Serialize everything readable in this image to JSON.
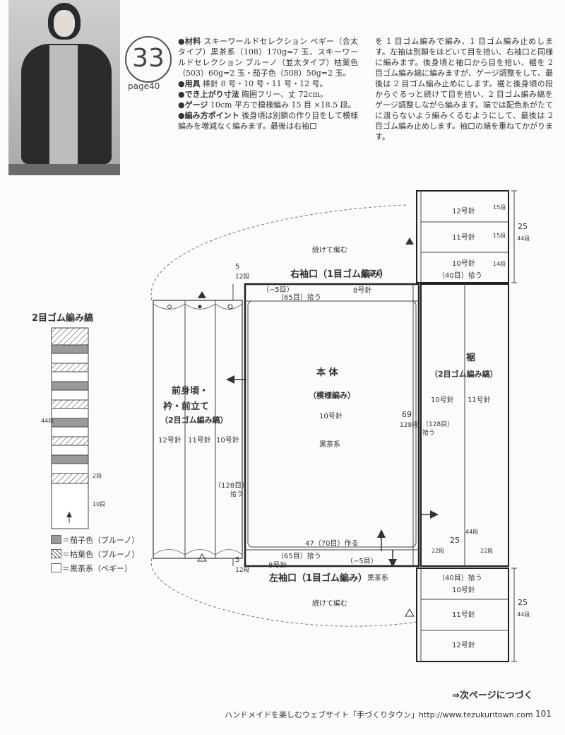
{
  "pattern_number": "33",
  "page_ref": "page40",
  "text": {
    "materials_label": "●材料",
    "materials": "スキーワールドセレクション ベギー（合太タイプ）黒茶系（108）170g=7 玉、スキーワールドセレクション ブルーノ（並太タイプ）枯葉色（503）60g=2 玉・茄子色（508）50g=2 玉。",
    "tools_label": "●用具",
    "tools": "棒針 8 号・10 号・11 号・12 号。",
    "size_label": "●でき上がり寸法",
    "size": "胸囲フリー、丈 72cm。",
    "gauge_label": "●ゲージ",
    "gauge": "10cm 平方で模様編み 15 目 ×18.5 段。",
    "points_label": "●編み方ポイント",
    "points": "後身頃は別鎖の作り目をして模様編みを増減なく編みます。最後は右袖口",
    "col2": "を 1 目ゴム編みで編み、1 目ゴム編み止めします。左袖は別鎖をほどいて目を拾い、右袖口と同様に編みます。後身頃と袖口から目を拾い、裾を 2 目ゴム編み縞に編みますが、ゲージ調整をして、最後は 2 目ゴム編み止めにします。裾と後身頃の段からぐるっと続けて目を拾い、2 目ゴム編み縞をゲージ調整しながら編みます。端では配色糸がたてに渡らないよう編みくるむようにして、最後は 2 目ゴム編み止めします。袖口の端を重ねてかがります。"
  },
  "diagram": {
    "body_title": "本 体",
    "body_pattern": "（模様編み）",
    "body_needle": "10号針",
    "body_color": "黒茶系",
    "right_cuff_title": "右袖口（1目ゴム編み）",
    "left_cuff_title": "左袖口（1目ゴム編み）",
    "cuff_color": "黒茶系",
    "cuff_needle": "8号針",
    "dec5": "（−5目）",
    "pick65": "（65目）拾う",
    "cuff_depth": "5",
    "cuff_rows": "12段",
    "continue_knit": "続けて編む",
    "front_title_1": "前身頃・",
    "front_title_2": "衿・前立て",
    "front_pattern": "（2目ゴム編み縞）",
    "front_n12": "12号針",
    "front_n11": "11号針",
    "front_n10": "10号針",
    "pick128": "（128目）",
    "pick128_b": "拾う",
    "hem_title": "裾",
    "hem_pattern": "（2目ゴム編み縞）",
    "hem_n10": "10号針",
    "hem_n11": "11号針",
    "length69": "69",
    "rows128": "128段",
    "pick128_hem": "（128目）",
    "pick128_hem_b": "拾う",
    "cast_on": "47（70目）作る",
    "pick40": "（40目）拾う",
    "block_n12": "12号針",
    "block_n11": "11号針",
    "block_n10": "10号針",
    "rows15": "15段",
    "rows14": "14段",
    "depth25": "25",
    "rows44": "44段",
    "rows22": "22段",
    "stripe_title": "2目ゴム編み縞",
    "stripe_rows44": "44段",
    "stripe_rows2": "2段",
    "stripe_rows10": "10段"
  },
  "legend": [
    {
      "label": "＝茄子色（ブルーノ）",
      "color": "#9a9a9a"
    },
    {
      "label": "＝枯葉色（ブルーノ）",
      "color": "hatch"
    },
    {
      "label": "＝黒茶系（ベギー）",
      "color": "#ffffff"
    }
  ],
  "continue_note": "⇒次ページにつづく",
  "footer": "ハンドメイドを楽しむウェブサイト「手づくりタウン」http://www.tezukuritown.com",
  "page_number": "101"
}
